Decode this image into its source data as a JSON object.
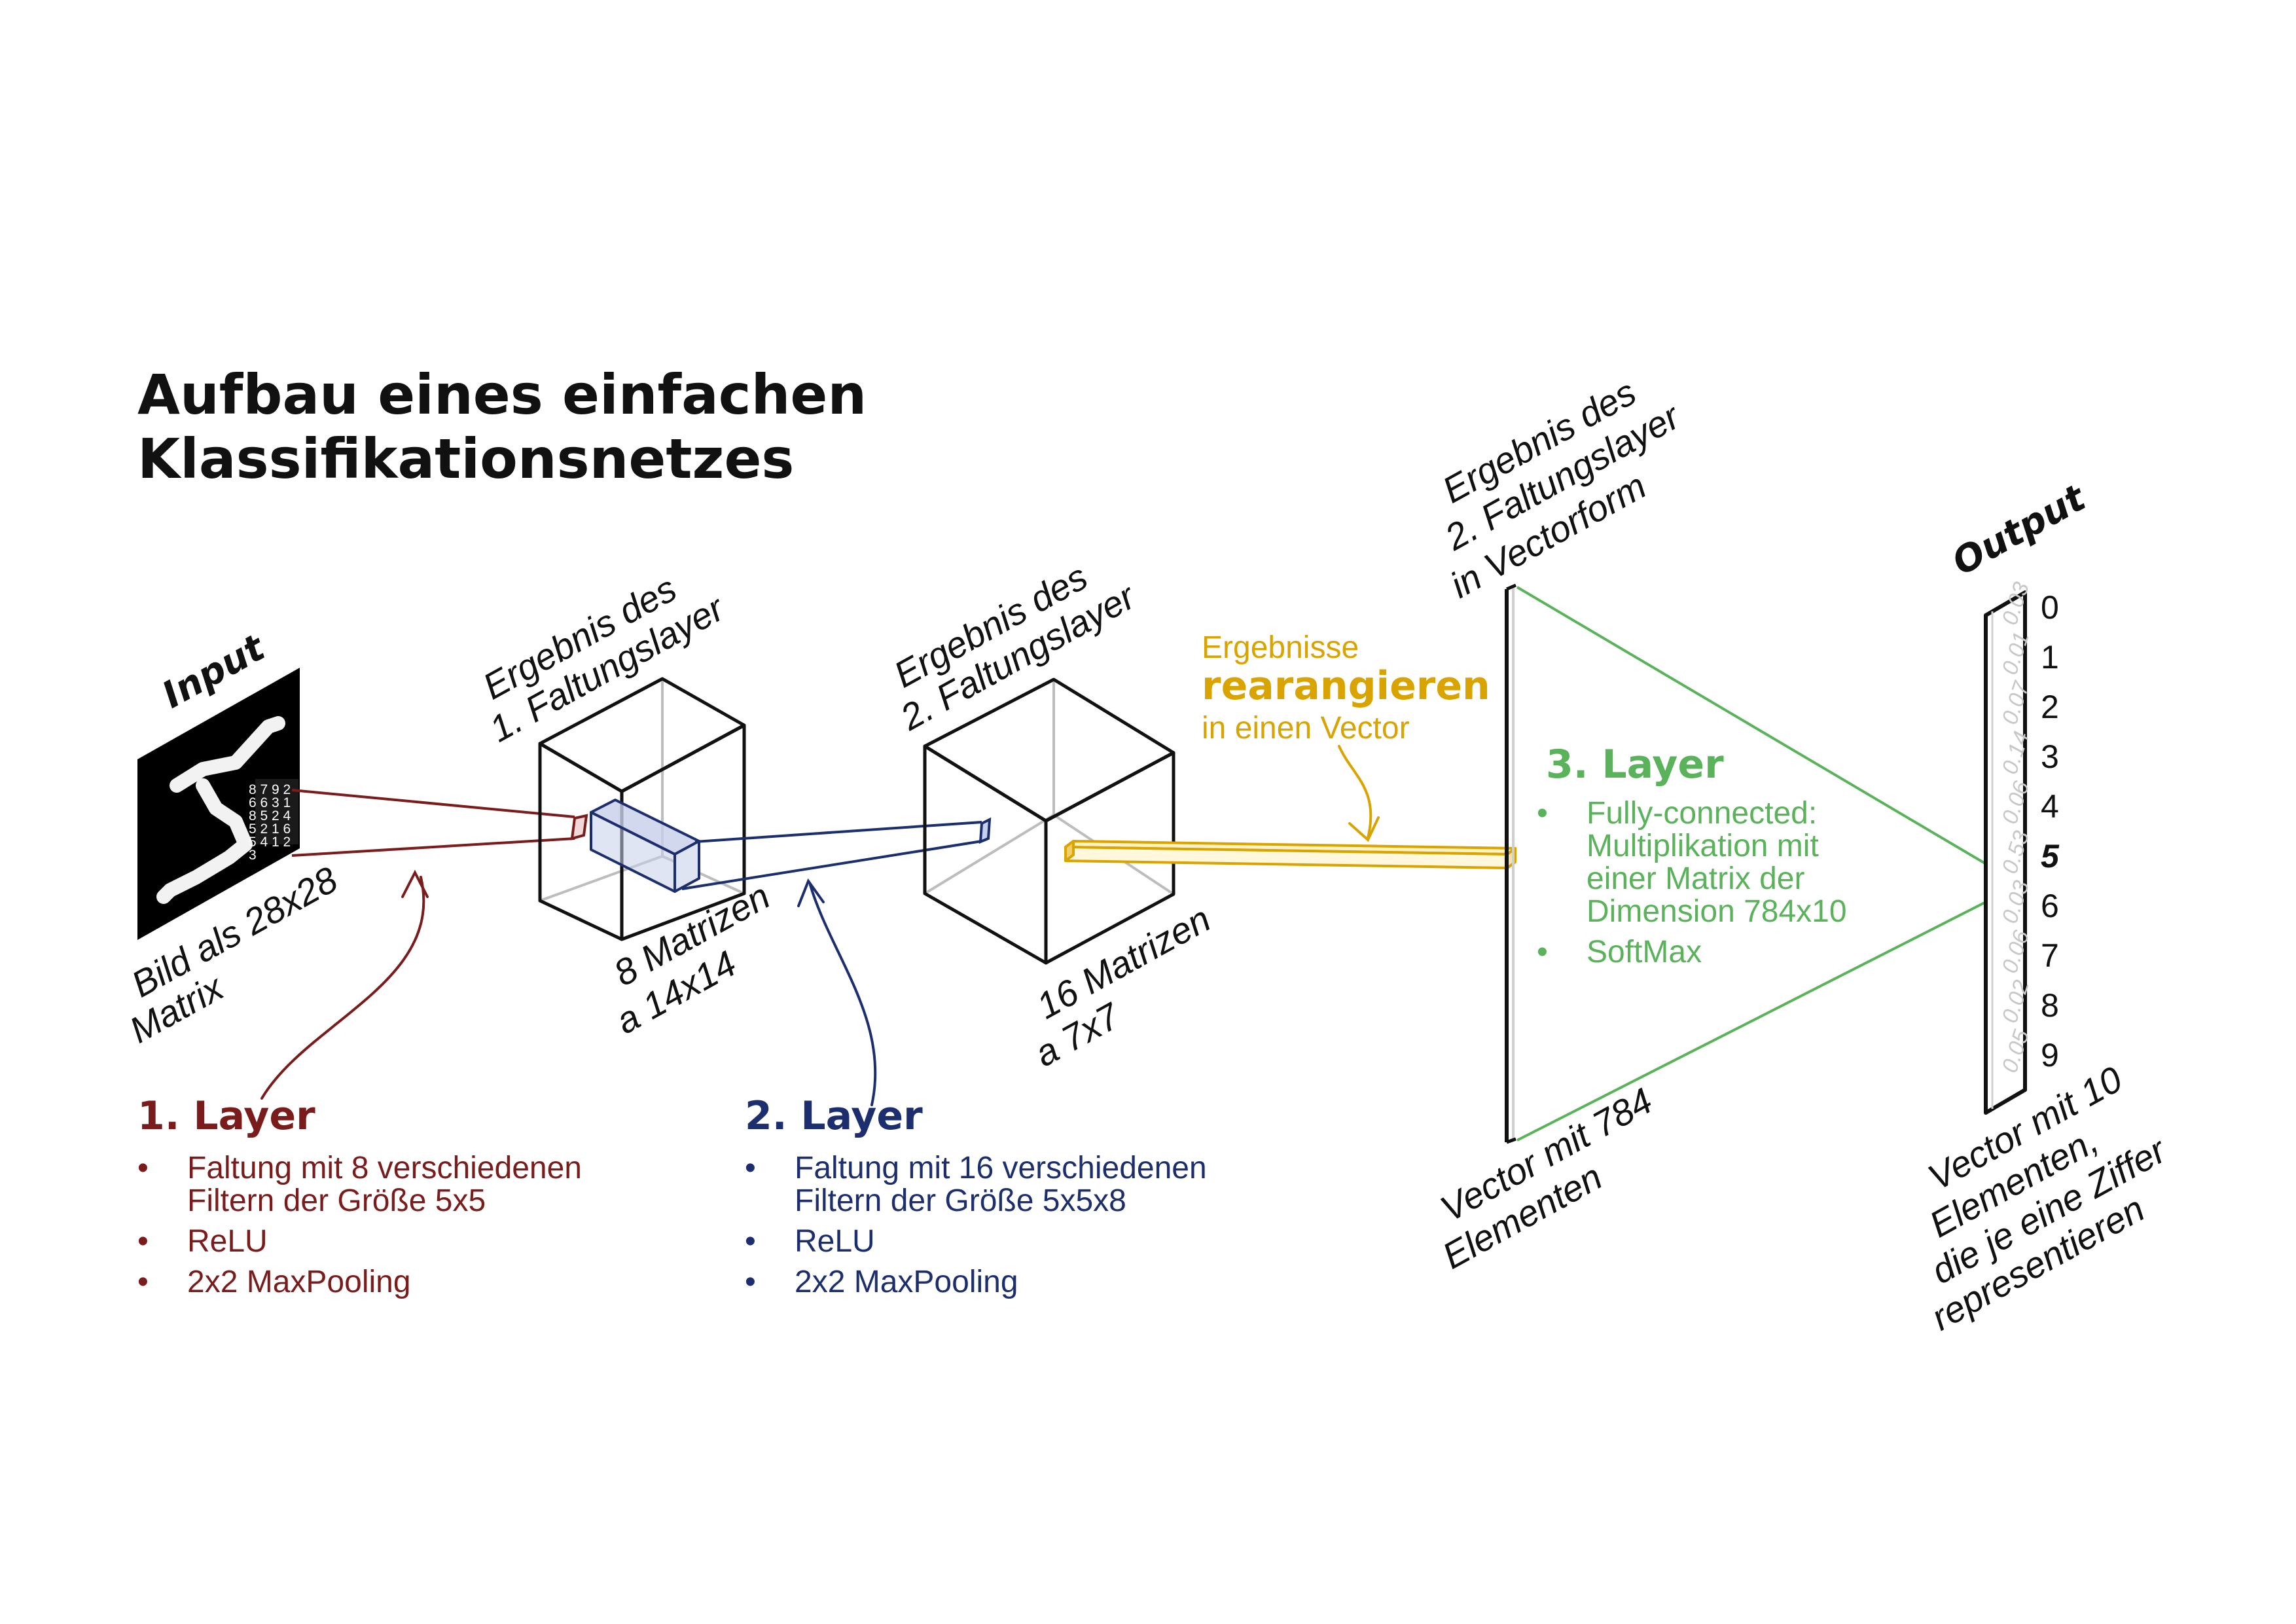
{
  "title_line1": "Aufbau eines einfachen",
  "title_line2": "Klassifikationsnetzes",
  "input": {
    "title": "Input",
    "desc_line1": "Bild als 28x28",
    "desc_line2": "Matrix",
    "matrix_rows": [
      "8 7 9 2",
      "6 6 3 1",
      "8 5 2 4",
      "5 2 1 6",
      "5 4 1 2",
      "3"
    ]
  },
  "cube1": {
    "label_line1": "Ergebnis des",
    "label_line2": "1. Faltungslayer",
    "size_line1": "8 Matrizen",
    "size_line2": "a 14x14"
  },
  "cube2": {
    "label_line1": "Ergebnis des",
    "label_line2": "2. Faltungslayer",
    "size_line1": "16 Matrizen",
    "size_line2": "a 7x7"
  },
  "rearrange": {
    "line1": "Ergebnisse",
    "line2": "rearangieren",
    "line3": "in einen Vector"
  },
  "vector": {
    "label_line1": "Ergebnis des",
    "label_line2": "2. Faltungslayer",
    "label_line3": "in Vectorform",
    "size_line1": "Vector mit 784",
    "size_line2": "Elementen"
  },
  "output": {
    "title": "Output",
    "values": [
      "0.03",
      "0.01",
      "0.07",
      "0.14",
      "0.06",
      "0.53",
      "0.03",
      "0.06",
      "0.02",
      "0.05"
    ],
    "digits": [
      "0",
      "1",
      "2",
      "3",
      "4",
      "5",
      "6",
      "7",
      "8",
      "9"
    ],
    "highlight_index": 5,
    "desc_line1": "Vector mit 10",
    "desc_line2": "Elementen,",
    "desc_line3": "die je eine Ziffer",
    "desc_line4": "representieren"
  },
  "layer1": {
    "title": "1. Layer",
    "bullets": [
      [
        "Faltung mit 8 verschiedenen",
        "Filtern der Größe 5x5"
      ],
      [
        "ReLU"
      ],
      [
        "2x2 MaxPooling"
      ]
    ]
  },
  "layer2": {
    "title": "2. Layer",
    "bullets": [
      [
        "Faltung mit 16 verschiedenen",
        "Filtern der Größe 5x5x8"
      ],
      [
        "ReLU"
      ],
      [
        "2x2 MaxPooling"
      ]
    ]
  },
  "layer3": {
    "title": "3. Layer",
    "bullets": [
      [
        "Fully-connected:",
        "Multiplikation mit",
        "einer Matrix der",
        "Dimension 784x10"
      ],
      [
        "SoftMax"
      ]
    ]
  },
  "bullet_char": "•",
  "colors": {
    "layer1": "#7b1c1c",
    "layer2": "#1c2e6e",
    "layer3": "#5ab25a",
    "rearrange": "#d9a400",
    "edge": "#111111",
    "hidden_edge": "#bdbdbd"
  }
}
